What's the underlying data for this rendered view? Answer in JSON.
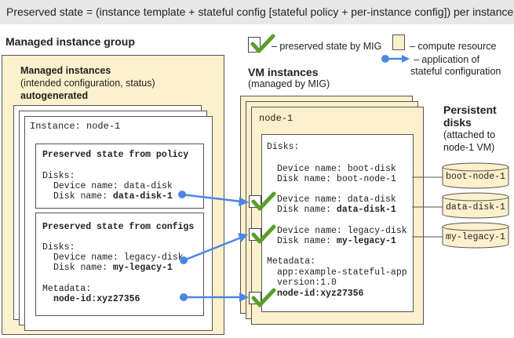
{
  "header": {
    "title": "Preserved state = (instance template + stateful config [stateful policy + per-instance config]) per instance"
  },
  "mig": {
    "title": "Managed instance group",
    "managed_instances_title": "Managed instances",
    "managed_instances_sub": "(intended configuration, status)",
    "autogenerated": "autogenerated",
    "instance_label": "Instance: node-1",
    "policy_box": {
      "title": "Preserved state from policy",
      "disks_label": "Disks:",
      "device_name": "Device name: data-disk",
      "disk_name_prefix": "Disk name: ",
      "disk_name_value": "data-disk-1"
    },
    "configs_box": {
      "title": "Preserved state from configs",
      "disks_label": "Disks:",
      "device_name": "Device name: legacy-disk",
      "disk_name_prefix": "Disk name: ",
      "disk_name_value": "my-legacy-1",
      "metadata_label": "Metadata:",
      "metadata_value": "node-id:xyz27356"
    }
  },
  "legend": {
    "preserved_state": "– preserved state by MIG",
    "compute_resource": "– compute resource",
    "application_line1": "– application of",
    "application_line2": "stateful configuration"
  },
  "vm": {
    "title": "VM instances",
    "subtitle": "(managed by MIG)",
    "node_label": "node-1",
    "disks_label": "Disks:",
    "boot_device": "Device name: boot-disk",
    "boot_disk": "Disk name: boot-node-1",
    "data_device": "Device name: data-disk",
    "data_disk_prefix": "Disk name: ",
    "data_disk_value": "data-disk-1",
    "legacy_device": "Device name: legacy-disk",
    "legacy_disk_prefix": "Disk name: ",
    "legacy_disk_value": "my-legacy-1",
    "metadata_label": "Metadata:",
    "metadata_app": "app:example-stateful-app",
    "metadata_version": "version:1.0",
    "metadata_node": "node-id:xyz27356"
  },
  "persistent": {
    "title_line1": "Persistent",
    "title_line2": "disks",
    "sub_line1": "(attached to",
    "sub_line2": "node-1 VM)",
    "disks": [
      "boot-node-1",
      "data-disk-1",
      "my-legacy-1"
    ]
  },
  "colors": {
    "compute_fill": "#fdf0cc",
    "banner": "#e8e8e8",
    "arrow": "#4a86e8",
    "check": "#5a9e2a"
  }
}
